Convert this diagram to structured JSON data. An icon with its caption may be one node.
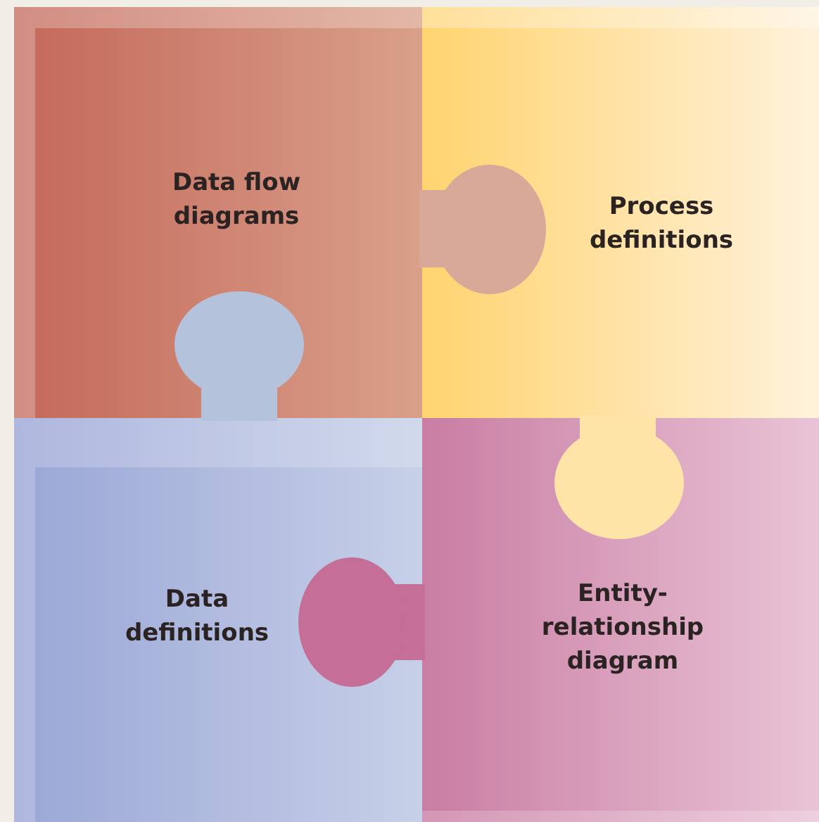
{
  "diagram": {
    "nodes": [
      {
        "text": [
          "Data flow diagrams"
        ]
      },
      {
        "text": [
          "Process definitions"
        ]
      },
      {
        "text": [
          "Data definitions"
        ]
      },
      {
        "text": [
          "Entity-relationship diagram"
        ]
      }
    ]
  }
}
